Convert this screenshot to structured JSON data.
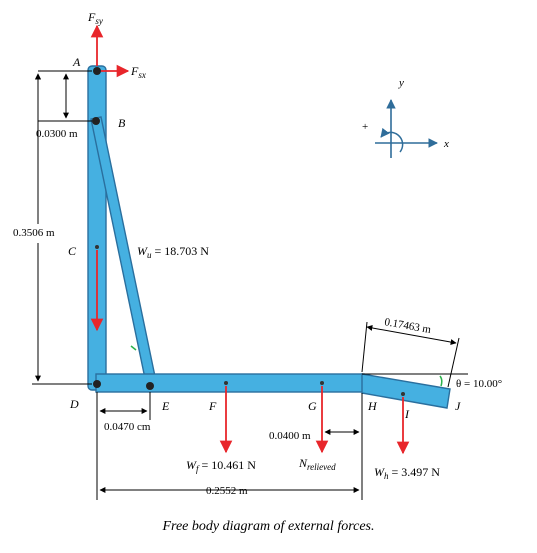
{
  "points": {
    "A": "A",
    "B": "B",
    "C": "C",
    "D": "D",
    "E": "E",
    "F": "F",
    "G": "G",
    "H": "H",
    "I": "I",
    "J": "J"
  },
  "forces": {
    "fsy": {
      "base": "F",
      "sub": "sy"
    },
    "fsx": {
      "base": "F",
      "sub": "sx"
    },
    "wu": {
      "base": "W",
      "sub": "u",
      "rest": " = 18.703 N"
    },
    "wf": {
      "base": "W",
      "sub": "f",
      "rest": " = 10.461 N"
    },
    "wh": {
      "base": "W",
      "sub": "h",
      "rest": " = 3.497 N"
    },
    "nrel": {
      "base": "N",
      "sub": "relieved"
    }
  },
  "dimensions": {
    "d_ab": "0.0300 m",
    "d_ad": "0.3506 m",
    "d_de": "0.0470 cm",
    "d_gh": "0.0400 m",
    "d_dh": "0.2552 m",
    "d_hj": "0.17463 m",
    "theta": "θ = 10.00°"
  },
  "axes": {
    "x": "x",
    "y": "y",
    "plus": "+"
  },
  "caption": "Free body diagram of external forces.",
  "colors": {
    "member_fill": "#45b0e1",
    "member_stroke": "#2a6f9e",
    "force": "#e8262b",
    "axis": "#2f6d9a"
  }
}
